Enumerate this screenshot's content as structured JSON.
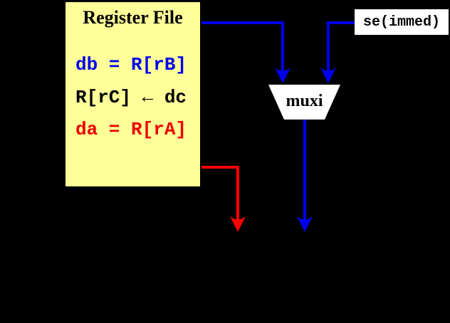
{
  "page": {
    "background": "#000000"
  },
  "register_file": {
    "title": "Register File",
    "box_color": "#ffff99",
    "title_color": "#000000",
    "equations": [
      {
        "text": "db = R[rB]",
        "color": "#0000ee"
      },
      {
        "text": "R[rC] ← dc",
        "color": "#000000"
      },
      {
        "text": "da = R[rA]",
        "color": "#ee0000"
      }
    ]
  },
  "sign_extender": {
    "label": "se(immed)",
    "box_color": "#ffffff",
    "text_color": "#000000"
  },
  "mux": {
    "label": "muxi",
    "box_color": "#ffffff",
    "text_color": "#000000"
  },
  "wires": {
    "blue": "#0000ee",
    "red": "#ff0000"
  }
}
